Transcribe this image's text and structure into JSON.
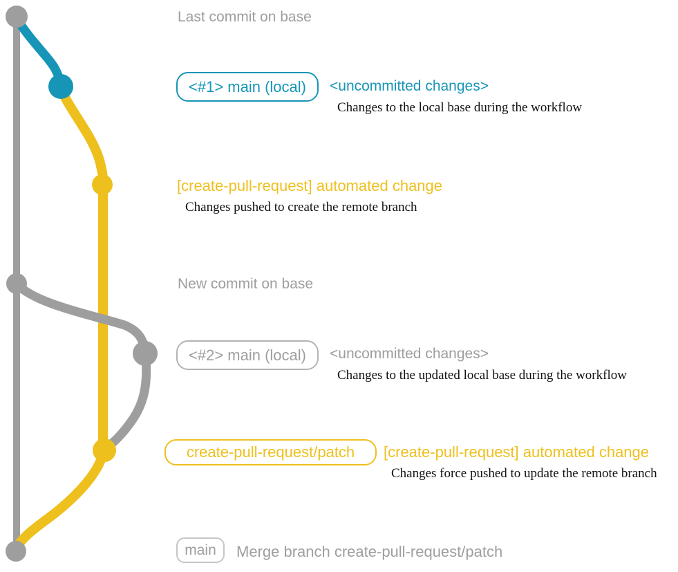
{
  "colors": {
    "blue": "#1795b7",
    "yellow": "#eec01e",
    "gray": "#9e9e9e",
    "box_border_gray": "#b3b3b3",
    "box_border_light_gray": "#c6c6c6",
    "description_text": "#111111",
    "background": "#ffffff"
  },
  "annotations": {
    "last_commit_on_base": "Last commit on base",
    "new_commit_on_base": "New commit on base",
    "row1": {
      "branch_label": "<#1> main (local)",
      "message": "<uncommitted changes>",
      "description": "Changes to the local base during the workflow"
    },
    "row2": {
      "message": "[create-pull-request] automated change",
      "description": "Changes pushed to create the remote branch"
    },
    "row3": {
      "branch_label": "<#2> main (local)",
      "message": "<uncommitted changes>",
      "description": "Changes to the updated local base during the workflow"
    },
    "row4": {
      "branch_label": "create-pull-request/patch",
      "message": "[create-pull-request] automated change",
      "description": "Changes force pushed to update the remote branch"
    },
    "row5": {
      "branch_label": "main",
      "message": "Merge branch create-pull-request/patch"
    }
  }
}
